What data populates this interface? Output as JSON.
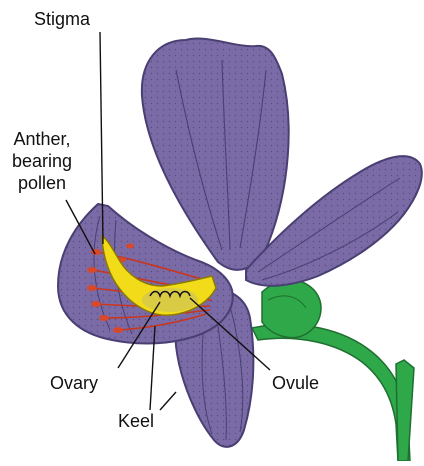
{
  "diagram": {
    "labels": {
      "stigma": "Stigma",
      "anther": [
        "Anther,",
        "bearing",
        "pollen"
      ],
      "ovary": "Ovary",
      "ovule": "Ovule",
      "keel": "Keel"
    },
    "colors": {
      "petal": "#7a6ba6",
      "petal_dark": "#4a3f73",
      "pistil": "#f2dc1a",
      "anther": "#d8482b",
      "stem": "#2fa84a",
      "stem_dark": "#1f6f31",
      "line": "#111111"
    }
  }
}
